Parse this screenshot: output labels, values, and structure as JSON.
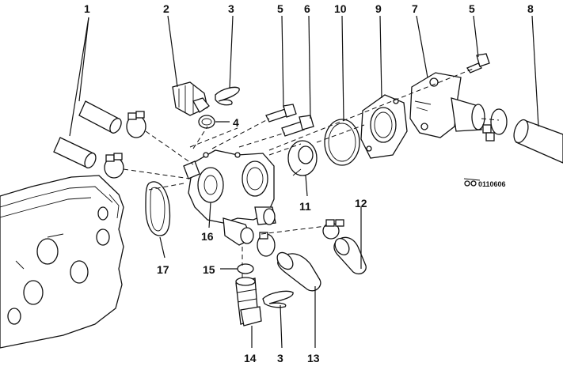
{
  "diagram": {
    "reference_code": "0110606",
    "callouts": [
      {
        "id": "c1",
        "text": "1"
      },
      {
        "id": "c2",
        "text": "2"
      },
      {
        "id": "c3a",
        "text": "3"
      },
      {
        "id": "c5a",
        "text": "5"
      },
      {
        "id": "c6",
        "text": "6"
      },
      {
        "id": "c10",
        "text": "10"
      },
      {
        "id": "c9",
        "text": "9"
      },
      {
        "id": "c7",
        "text": "7"
      },
      {
        "id": "c5b",
        "text": "5"
      },
      {
        "id": "c8",
        "text": "8"
      },
      {
        "id": "c4",
        "text": "4"
      },
      {
        "id": "c11",
        "text": "11"
      },
      {
        "id": "c12",
        "text": "12"
      },
      {
        "id": "c16",
        "text": "16"
      },
      {
        "id": "c17",
        "text": "17"
      },
      {
        "id": "c15",
        "text": "15"
      },
      {
        "id": "c14",
        "text": "14"
      },
      {
        "id": "c3b",
        "text": "3"
      },
      {
        "id": "c13",
        "text": "13"
      }
    ]
  }
}
